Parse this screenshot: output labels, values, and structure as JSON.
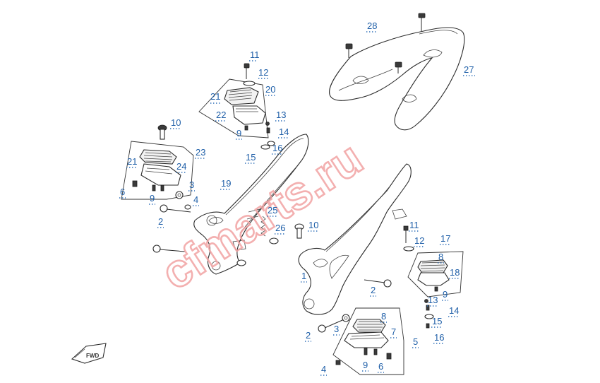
{
  "watermark": "cfmarts.ru",
  "direction_marker": "FWD",
  "callouts": [
    {
      "id": "c11a",
      "text": "11"
    },
    {
      "id": "c12a",
      "text": "12"
    },
    {
      "id": "c20",
      "text": "20"
    },
    {
      "id": "c21a",
      "text": "21"
    },
    {
      "id": "c22",
      "text": "22"
    },
    {
      "id": "c9a",
      "text": "9"
    },
    {
      "id": "c13a",
      "text": "13"
    },
    {
      "id": "c14a",
      "text": "14"
    },
    {
      "id": "c15a",
      "text": "15"
    },
    {
      "id": "c16a",
      "text": "16"
    },
    {
      "id": "c10a",
      "text": "10"
    },
    {
      "id": "c23",
      "text": "23"
    },
    {
      "id": "c21b",
      "text": "21"
    },
    {
      "id": "c24",
      "text": "24"
    },
    {
      "id": "c6a",
      "text": "6"
    },
    {
      "id": "c9b",
      "text": "9"
    },
    {
      "id": "c3a",
      "text": "3"
    },
    {
      "id": "c4a",
      "text": "4"
    },
    {
      "id": "c19",
      "text": "19"
    },
    {
      "id": "c25",
      "text": "25"
    },
    {
      "id": "c26",
      "text": "26"
    },
    {
      "id": "c2a",
      "text": "2"
    },
    {
      "id": "c28",
      "text": "28"
    },
    {
      "id": "c27",
      "text": "27"
    },
    {
      "id": "c10b",
      "text": "10"
    },
    {
      "id": "c11b",
      "text": "11"
    },
    {
      "id": "c12b",
      "text": "12"
    },
    {
      "id": "c17",
      "text": "17"
    },
    {
      "id": "c8a",
      "text": "8"
    },
    {
      "id": "c18",
      "text": "18"
    },
    {
      "id": "c13b",
      "text": "13"
    },
    {
      "id": "c9c",
      "text": "9"
    },
    {
      "id": "c14b",
      "text": "14"
    },
    {
      "id": "c15b",
      "text": "15"
    },
    {
      "id": "c16b",
      "text": "16"
    },
    {
      "id": "c1",
      "text": "1"
    },
    {
      "id": "c2b",
      "text": "2"
    },
    {
      "id": "c2c",
      "text": "2"
    },
    {
      "id": "c3b",
      "text": "3"
    },
    {
      "id": "c8b",
      "text": "8"
    },
    {
      "id": "c7",
      "text": "7"
    },
    {
      "id": "c5",
      "text": "5"
    },
    {
      "id": "c4b",
      "text": "4"
    },
    {
      "id": "c9d",
      "text": "9"
    },
    {
      "id": "c6b",
      "text": "6"
    }
  ]
}
